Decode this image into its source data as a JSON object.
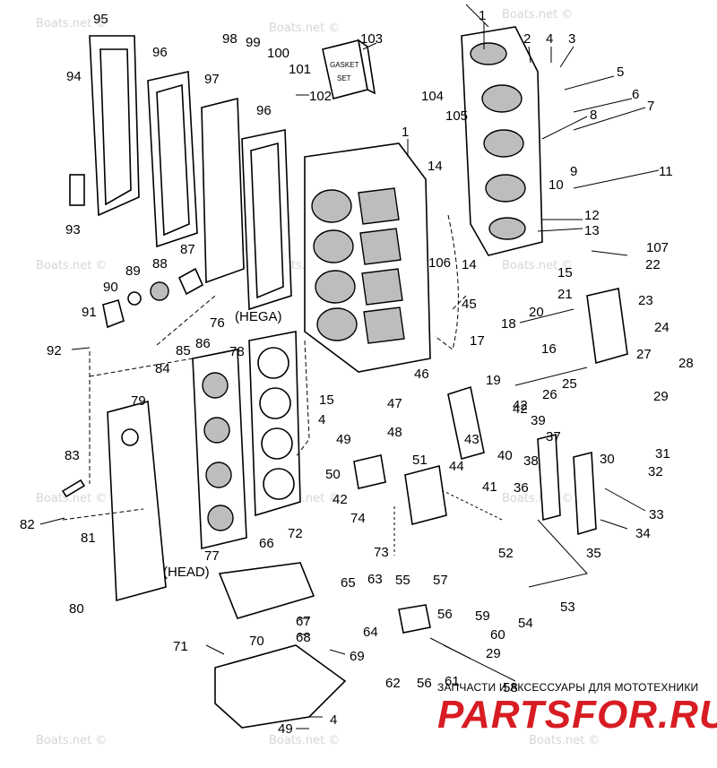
{
  "watermark": "Boats.net ©",
  "annotations": {
    "hega": "(HEGA)",
    "head": "(HEAD)"
  },
  "box_label": {
    "line1": "GASKET",
    "line2": "SET"
  },
  "callouts": [
    "1",
    "1",
    "2",
    "3",
    "4",
    "4",
    "4",
    "5",
    "6",
    "7",
    "8",
    "9",
    "10",
    "11",
    "12",
    "13",
    "14",
    "14",
    "15",
    "15",
    "16",
    "17",
    "18",
    "19",
    "20",
    "21",
    "22",
    "23",
    "24",
    "25",
    "26",
    "27",
    "28",
    "29",
    "29",
    "30",
    "31",
    "32",
    "33",
    "34",
    "35",
    "36",
    "37",
    "38",
    "39",
    "40",
    "41",
    "42",
    "42",
    "42",
    "43",
    "44",
    "45",
    "46",
    "47",
    "48",
    "49",
    "49",
    "50",
    "51",
    "52",
    "53",
    "54",
    "55",
    "56",
    "56",
    "57",
    "58",
    "59",
    "60",
    "61",
    "62",
    "63",
    "64",
    "65",
    "66",
    "67",
    "68",
    "69",
    "70",
    "71",
    "72",
    "73",
    "74",
    "76",
    "77",
    "78",
    "79",
    "80",
    "81",
    "82",
    "83",
    "84",
    "85",
    "86",
    "87",
    "88",
    "89",
    "90",
    "91",
    "92",
    "93",
    "94",
    "95",
    "96",
    "96",
    "97",
    "98",
    "99",
    "100",
    "101",
    "102",
    "103",
    "104",
    "105",
    "106",
    "107"
  ],
  "brand": {
    "caption": "ЗАПЧАСТИ И АКСЕССУАРЫ ДЛЯ МОТОТЕХНИКИ",
    "logo": "PARTSFOR.RU",
    "logo_color": "#d71d23"
  }
}
